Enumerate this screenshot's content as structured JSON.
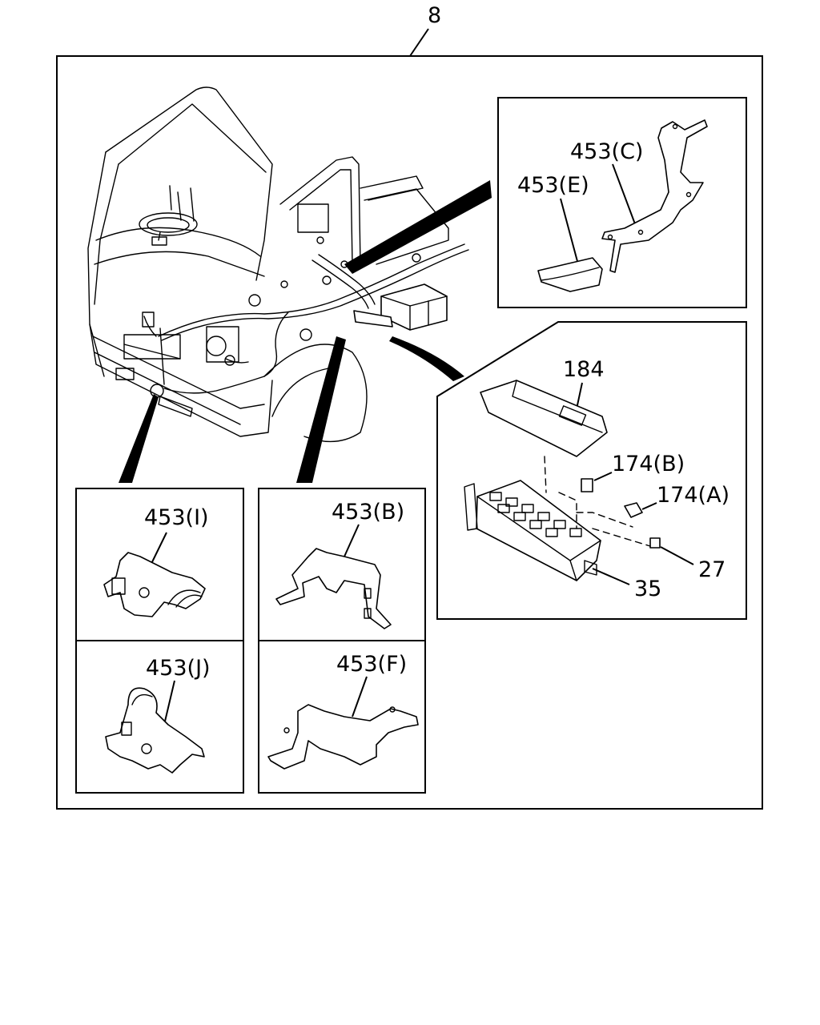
{
  "diagram": {
    "top_callout": "8",
    "labels": {
      "c453C": "453(C)",
      "c453E": "453(E)",
      "c184": "184",
      "c174B": "174(B)",
      "c174A": "174(A)",
      "c27": "27",
      "c35": "35",
      "c453I": "453(I)",
      "c453B": "453(B)",
      "c453J": "453(J)",
      "c453F": "453(F)"
    }
  }
}
